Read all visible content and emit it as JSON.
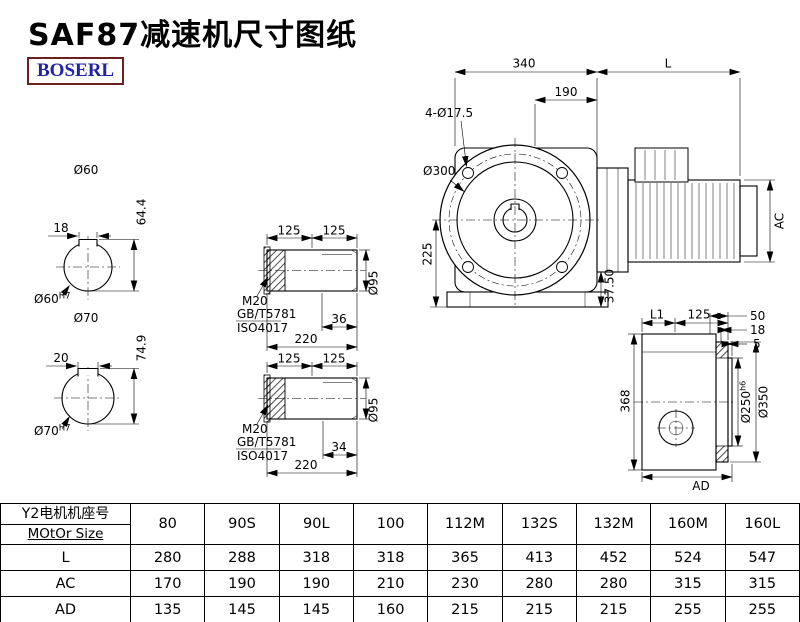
{
  "page": {
    "title": "SAF87减速机尺寸图纸",
    "logo": "BOSERL"
  },
  "shaft60": {
    "dia": "Ø60",
    "key_width": "18",
    "total_height": "64.4",
    "bore": "Ø60",
    "bore_tol": "H7"
  },
  "shaft70": {
    "dia": "Ø70",
    "key_width": "20",
    "total_height": "74.9",
    "bore": "Ø70",
    "bore_tol": "H7"
  },
  "shaft_top": {
    "seg1": "125",
    "seg2": "125",
    "key_len": "36",
    "length": "220",
    "dia": "Ø95",
    "thread": "M20",
    "std1": "GB/T5781",
    "std2": "ISO4017"
  },
  "shaft_bot": {
    "seg1": "125",
    "seg2": "125",
    "key_len": "34",
    "length": "220",
    "dia": "Ø95",
    "thread": "M20",
    "std1": "GB/T5781",
    "std2": "ISO4017"
  },
  "main_view": {
    "width_340": "340",
    "width_L": "L",
    "width_190": "190",
    "holes": "4-Ø17.5",
    "flange_dia": "Ø300",
    "height_225": "225",
    "height_375": "37.50",
    "motor_dia": "AC"
  },
  "side_view": {
    "top_L1": "L1",
    "top_125": "125",
    "dim_50": "50",
    "dim_18": "18",
    "dim_5": "5",
    "height_368": "368",
    "spigot_dia": "Ø250",
    "spigot_tol": "h6",
    "flange_od": "Ø350",
    "width_AD": "AD"
  },
  "table": {
    "header_line1": "Y2电机机座号",
    "header_line2": "MOtOr Size",
    "columns": [
      "80",
      "90S",
      "90L",
      "100",
      "112M",
      "132S",
      "132M",
      "160M",
      "160L"
    ],
    "rows": [
      {
        "label": "L",
        "values": [
          "280",
          "288",
          "318",
          "318",
          "365",
          "413",
          "452",
          "524",
          "547"
        ]
      },
      {
        "label": "AC",
        "values": [
          "170",
          "190",
          "190",
          "210",
          "230",
          "280",
          "280",
          "315",
          "315"
        ]
      },
      {
        "label": "AD",
        "values": [
          "135",
          "145",
          "145",
          "160",
          "215",
          "215",
          "215",
          "255",
          "255"
        ]
      }
    ]
  }
}
